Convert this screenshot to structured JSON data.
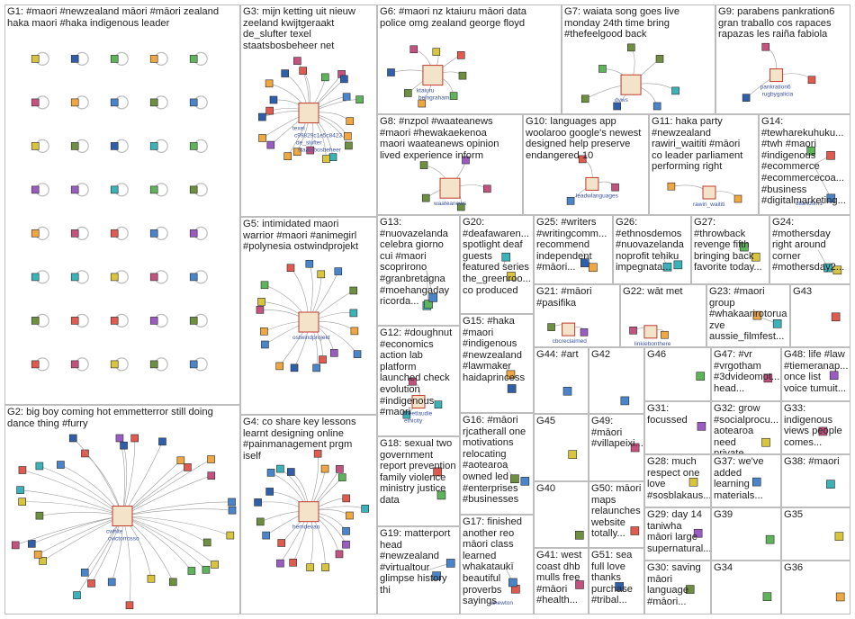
{
  "groups": [
    {
      "id": "G1",
      "text": "G1: #maori #newzealand māori #māori zealand\nhaka maori #haka indigenous leader"
    },
    {
      "id": "G2",
      "text": "G2: big boy coming hot emmetterror still doing\ndance thing #furry"
    },
    {
      "id": "G3",
      "text": "G3: mijn ketting uit nieuw\nzeeland kwijtgeraakt\nde_slufter texel\nstaatsbosbeheer net"
    },
    {
      "id": "G4",
      "text": "G4: co share key lessons\nlearnt designing online\n#painmanagement prgm\niself"
    },
    {
      "id": "G5",
      "text": "G5: intimidated maori\nwarrior #maori #animegirl\n#polynesia ostwindprojekt"
    },
    {
      "id": "G6",
      "text": "G6: #maori nz ktaiuru māori data\npolice omg zealand george floyd"
    },
    {
      "id": "G7",
      "text": "G7: waiata song goes live\nmonday 24th time bring\n#thefeelgood back"
    },
    {
      "id": "G8",
      "text": "G8: #nzpol #waateanews\n#maori #hewakaekenoa\nmaori waateanews opinion\nlived experience inform"
    },
    {
      "id": "G9",
      "text": "G9: parabens pankration6\ngran traballo cos rapaces\nrapazas les raiña fabiola"
    },
    {
      "id": "G10",
      "text": "G10: languages app\nwoolaroo google's newest\ndesigned help preserve\nendangered 10"
    },
    {
      "id": "G11",
      "text": "G11: haka party\n#newzealand\nrawiri_waititi #māori\nco leader parliament\nperforming right"
    },
    {
      "id": "G12",
      "text": "G12: #doughnut\n#economics\naction lab\nplatform\nlaunched check\nevolution\n#indigenous\n#maori"
    },
    {
      "id": "G13",
      "text": "G13:\n#nuovazelanda\ncelebra giorno\ncui #maori\nscoprirono\n#granbretagna\n#moehangaday\nricorda..."
    },
    {
      "id": "G14",
      "text": "G14:\n#tewharekuhuku...\n#twh #maori\n#indigenous\n#ecommerce\n#ecommercecoa...\n#business\n#digitalmarketing..."
    },
    {
      "id": "G15",
      "text": "G15: #haka\n#maori\n#indigenous\n#newzealand\n#lawmaker\nhaidaprincess"
    },
    {
      "id": "G16",
      "text": "G16: #māori\nrjcatherall one\nmotivations\nrelocating\n#aotearoa\nowned led\n#enterprises\n#businesses"
    },
    {
      "id": "G17",
      "text": "G17: finished\nanother reo\nmāori class\nlearned\nwhakataukī\nbeautiful\nproverbs\nsayings"
    },
    {
      "id": "G18",
      "text": "G18: sexual two\ngovernment\nreport prevention\nfamily violence\nministry justice\ndata"
    },
    {
      "id": "G19",
      "text": "G19: matterport\nhead\n#newzealand\n#virtualtour\nglimpse history\nthi"
    },
    {
      "id": "G20",
      "text": "G20:\n#deafawaren...\nspotlight deaf\nguests\nfeatured series\nthe_greenroo...\nco produced"
    },
    {
      "id": "G21",
      "text": "G21: #māori\n#pasifika"
    },
    {
      "id": "G22",
      "text": "G22: wāt met"
    },
    {
      "id": "G23",
      "text": "G23: #maori\ngroup\n#whakaarirotorua\nzve\naussie_filmfest..."
    },
    {
      "id": "G24",
      "text": "G24:\n#mothersday\nright around\ncorner\n#mothersday2..."
    },
    {
      "id": "G25",
      "text": "G25: #writers\n#writingcomm...\nrecommend\nindependent\n#māori..."
    },
    {
      "id": "G26",
      "text": "G26:\n#ethnosdemos\n#nuovazelanda\nnoprofit tehiku\nimpegnata..."
    },
    {
      "id": "G27",
      "text": "G27:\n#throwback\nrevenge fifth\nbringing back\nfavorite today..."
    },
    {
      "id": "G28",
      "text": "G28: much\nrespect one\nlove\n#sosblakaus..."
    },
    {
      "id": "G29",
      "text": "G29: day 14\ntaniwha\nmāori large\nsupernatural..."
    },
    {
      "id": "G30",
      "text": "G30: saving\nmāori\nlanguage\n#māori..."
    },
    {
      "id": "G31",
      "text": "G31:\nfocussed"
    },
    {
      "id": "G32",
      "text": "G32: grow\n#socialprocu...\naotearoa need\nprivate..."
    },
    {
      "id": "G33",
      "text": "G33:\nindigenous\nviews people\ncomes..."
    },
    {
      "id": "G34",
      "text": "G34"
    },
    {
      "id": "G35",
      "text": "G35"
    },
    {
      "id": "G36",
      "text": "G36"
    },
    {
      "id": "G37",
      "text": "G37: we've\nadded\nlearning\nmaterials..."
    },
    {
      "id": "G38",
      "text": "G38: #maori"
    },
    {
      "id": "G39",
      "text": "G39"
    },
    {
      "id": "G40",
      "text": "G40"
    },
    {
      "id": "G41",
      "text": "G41: west\ncoast dhb\nmulls free\n#māori\n#health..."
    },
    {
      "id": "G42",
      "text": "G42"
    },
    {
      "id": "G43",
      "text": "G43"
    },
    {
      "id": "G44",
      "text": "G44: #art"
    },
    {
      "id": "G45",
      "text": "G45"
    },
    {
      "id": "G46",
      "text": "G46"
    },
    {
      "id": "G47",
      "text": "G47: #vr\n#vrgotham\n#3dvideomot...\nhead..."
    },
    {
      "id": "G48",
      "text": "G48: life #law\n#tiemeranap...\nonce list\nvoice tumuit..."
    },
    {
      "id": "G49",
      "text": "G49:\n#māori\n#villapeixi..."
    },
    {
      "id": "G50",
      "text": "G50: māori\nmaps\nrelaunches\nwebsite\ntotally..."
    },
    {
      "id": "G51",
      "text": "G51: sea\nfull love\nthanks\npurchase\n#tribal..."
    }
  ],
  "node_labels": {
    "G2": [
      "cwhite",
      "cvictorrosso"
    ],
    "G3": [
      "texel",
      "c99829c1e5c8423",
      "de_slufter",
      "staatsbosbeheer"
    ],
    "G4": [
      "hemdevan"
    ],
    "G5": [
      "ostwindprojekt"
    ],
    "G6": [
      "ktaiuru",
      "beingraham"
    ],
    "G7": [
      "dvws"
    ],
    "G8": [
      "waateanews"
    ],
    "G9": [
      "pankration6",
      "rugbygalicia"
    ],
    "G10": [
      "leadwlanguages"
    ],
    "G11": [
      "rawiri_waititi"
    ],
    "G12": [
      "sheetlaudie",
      "ethicity"
    ],
    "G14": [
      "utlandsm1"
    ],
    "G17": [
      "janewton"
    ],
    "G21": [
      "cbcreclaimed"
    ],
    "G22": [
      "linkiebonthere"
    ]
  }
}
